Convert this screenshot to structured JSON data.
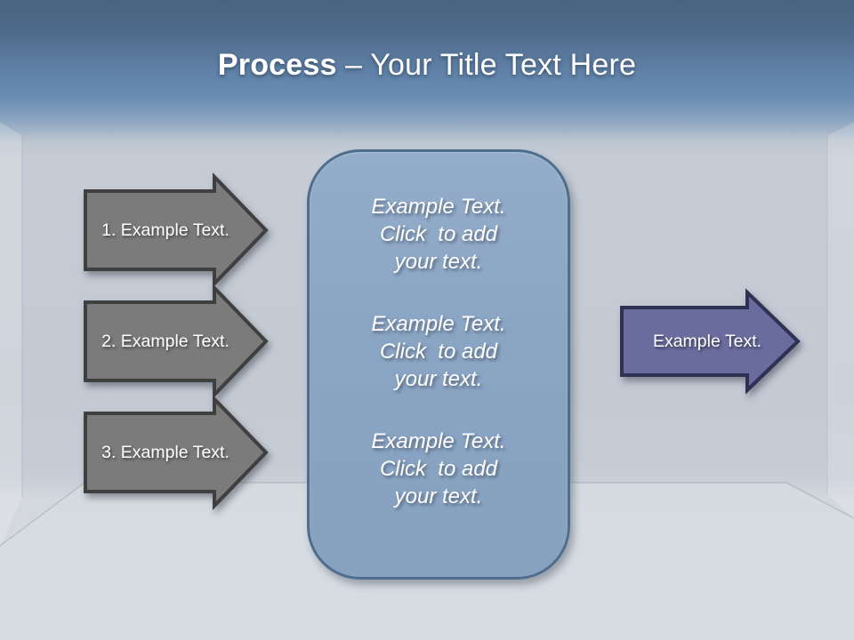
{
  "slide": {
    "title": {
      "bold": "Process",
      "rest": "– Your Title Text Here"
    },
    "left_arrows": [
      {
        "label": "1. Example Text."
      },
      {
        "label": "2. Example Text."
      },
      {
        "label": "3. Example Text."
      }
    ],
    "center_box": {
      "groups": [
        {
          "lines": [
            "Example Text.",
            "Click  to add",
            "your text."
          ]
        },
        {
          "lines": [
            "Example Text.",
            "Click  to add",
            "your text."
          ]
        },
        {
          "lines": [
            "Example Text.",
            "Click  to add",
            "your text."
          ]
        }
      ]
    },
    "right_arrow": {
      "label": "Example Text."
    },
    "colors": {
      "header_gradient_top": "#48627f",
      "header_gradient_blue": "#6b8eb4",
      "wall_background": "#c5cbd4",
      "floor_background": "#d7dce2",
      "gray_arrow_fill": "#7b7b7b",
      "gray_arrow_border": "#3f3f3f",
      "purple_arrow_fill": "#6a6c9d",
      "purple_arrow_border": "#2e3054",
      "box_fill": "#8aa5c4",
      "box_border": "#4f6e8e",
      "text_color": "#ffffff"
    }
  }
}
